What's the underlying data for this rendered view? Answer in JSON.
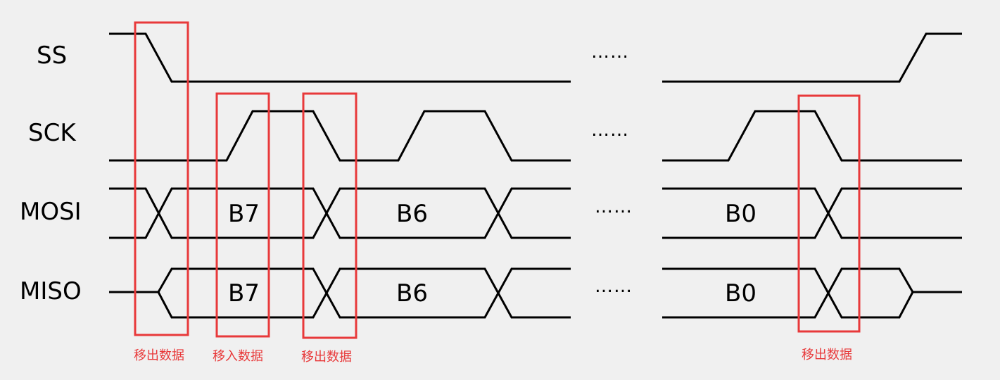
{
  "signals": {
    "ss": "SS",
    "sck": "SCK",
    "mosi": "MOSI",
    "miso": "MISO"
  },
  "bits": {
    "mosi": [
      "B7",
      "B6",
      "B0"
    ],
    "miso": [
      "B7",
      "B6",
      "B0"
    ]
  },
  "ellipsis": "……",
  "annotations": {
    "shift_out": "移出数据",
    "shift_in": "移入数据"
  },
  "colors": {
    "highlight": "#e8393a",
    "line": "#000000",
    "background": "#f0f0f0"
  }
}
